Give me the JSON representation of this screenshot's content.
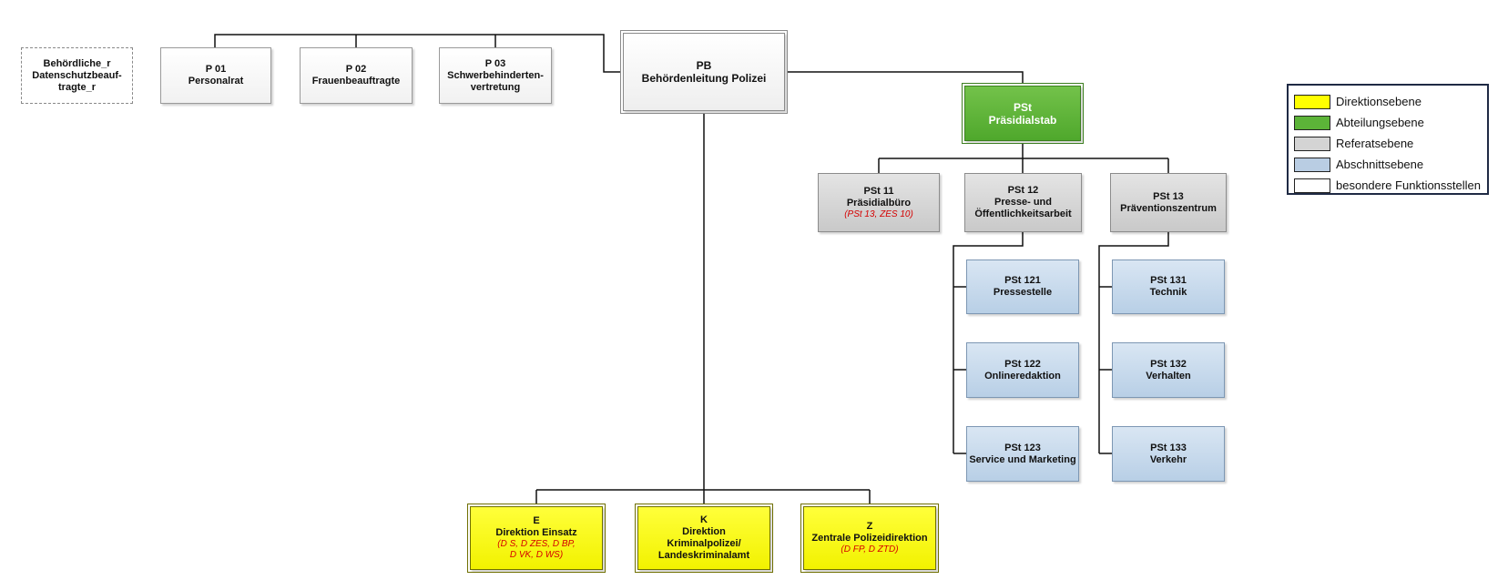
{
  "org_chart": {
    "dsb": [
      "Behördliche_r",
      "Datenschutzbeauf-",
      "tragte_r"
    ],
    "p01": [
      "P 01",
      "Personalrat"
    ],
    "p02": [
      "P 02",
      "Frauenbeauftragte"
    ],
    "p03": [
      "P 03",
      "Schwerbehinderten-",
      "vertretung"
    ],
    "pb": [
      "PB",
      "Behördenleitung Polizei"
    ],
    "pst": [
      "PSt",
      "Präsidialstab"
    ],
    "pst11": [
      "PSt 11",
      "Präsidialbüro"
    ],
    "pst11_note": "(PSt 13, ZES 10)",
    "pst12": [
      "PSt 12",
      "Presse- und",
      "Öffentlichkeitsarbeit"
    ],
    "pst13": [
      "PSt 13",
      "Präventionszentrum"
    ],
    "pst121": [
      "PSt 121",
      "Pressestelle"
    ],
    "pst122": [
      "PSt 122",
      "Onlineredaktion"
    ],
    "pst123": [
      "PSt 123",
      "Service und Marketing"
    ],
    "pst131": [
      "PSt 131",
      "Technik"
    ],
    "pst132": [
      "PSt 132",
      "Verhalten"
    ],
    "pst133": [
      "PSt 133",
      "Verkehr"
    ],
    "e": [
      "E",
      "Direktion Einsatz"
    ],
    "e_note": [
      "(D S, D ZES, D BP,",
      "D VK, D WS)"
    ],
    "k": [
      "K",
      "Direktion",
      "Kriminalpolizei/",
      "Landeskriminalamt"
    ],
    "z": [
      "Z",
      "Zentrale Polizeidirektion"
    ],
    "z_note": "(D FP, D ZTD)"
  },
  "legend": {
    "items": [
      {
        "label": "Direktionsebene",
        "color": "#ffff00"
      },
      {
        "label": "Abteilungsebene",
        "color": "#5cb438"
      },
      {
        "label": "Referatsebene",
        "color": "#d4d4d4"
      },
      {
        "label": "Abschnittsebene",
        "color": "#b9cde3"
      },
      {
        "label": "besondere Funktionsstellen",
        "color": "#ffffff"
      }
    ]
  }
}
